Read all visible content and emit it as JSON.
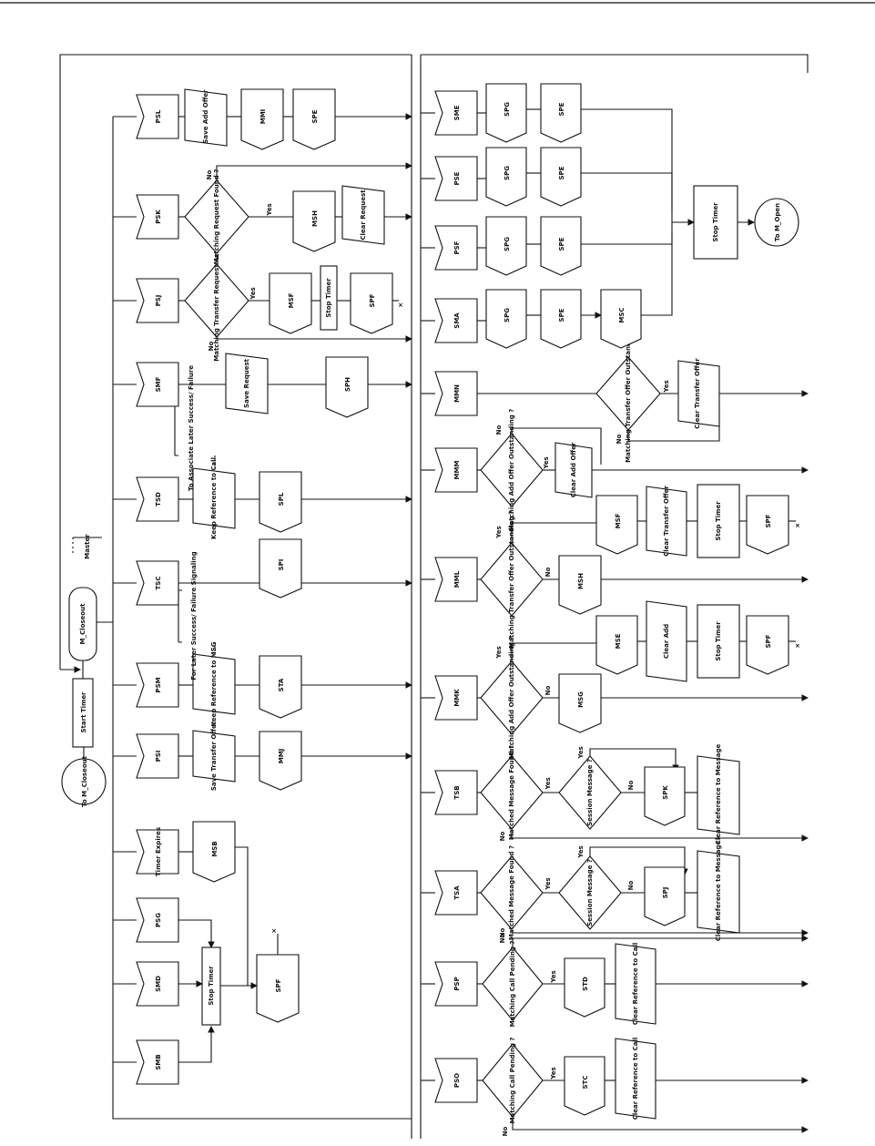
{
  "nodes": {
    "to_closeout": "To M_Closeout",
    "start_timer": "Start Timer",
    "m_closeout": "M_Closeout",
    "master": "Master",
    "to_open": "To M_Open",
    "left_inputs": [
      "SMB",
      "SMD",
      "PSG",
      "Timer Expires",
      "PSI",
      "PSM",
      "TSC",
      "TSD",
      "SMF",
      "PSJ",
      "PSK",
      "PSL"
    ],
    "stop_timer_l": "Stop Timer",
    "msb": "MSB",
    "spf_l": "SPF",
    "save_transfer_offer": "Save Transfer Offer",
    "mmj": "MMJ",
    "keep_ref_msg": "Keep Reference to MSG",
    "sta": "STA",
    "for_later": "For Later Success/ Failure Signaling",
    "spi": "SPI",
    "keep_ref_call": "Keep Reference to Call",
    "spl": "SPL",
    "to_associate": "To Associate Later Success/ Failure",
    "save_request": "Save Request",
    "sph": "SPH",
    "matching_transfer_request_active": "Matching Transfer Request Active",
    "msf_j": "MSF",
    "stop_timer_j": "Stop Timer",
    "spf_j": "SPF",
    "matching_request_found": "Matching Request Found ?",
    "msh_k": "MSH",
    "clear_request": "Clear Request",
    "save_add_offer": "Save Add Offer",
    "mmi": "MMI",
    "spe_l": "SPE",
    "right_inputs": [
      "PSO",
      "PSP",
      "TSA",
      "TSB",
      "MMK",
      "MML",
      "MMM",
      "MMN",
      "SMA",
      "PSF",
      "PSE",
      "SME"
    ],
    "matching_call_pending": "Matching Call Pending ?",
    "stc": "STC",
    "std": "STD",
    "clear_ref_call": "Clear Reference to Call",
    "matched_message_found": "Matched Message Found ?",
    "session_message": "Session Message ?",
    "spj": "SPJ",
    "spk": "SPK",
    "clear_ref_message": "Clear Reference to Message",
    "matching_add_offer_outstanding": "Matching Add Offer Outstanding ?",
    "msg": "MSG",
    "mse": "MSE",
    "clear_add": "Clear Add",
    "stop_timer": "Stop Timer",
    "spf": "SPF",
    "matching_transfer_offer_outstanding": "Matching Transfer Offer Outstanding ?",
    "msh": "MSH",
    "msf": "MSF",
    "clear_transfer_offer": "Clear Transfer Offer",
    "clear_add_offer": "Clear Add Offer",
    "spg": "SPG",
    "spe": "SPE",
    "msc": "MSC"
  },
  "labels": {
    "yes": "Yes",
    "no": "No"
  }
}
